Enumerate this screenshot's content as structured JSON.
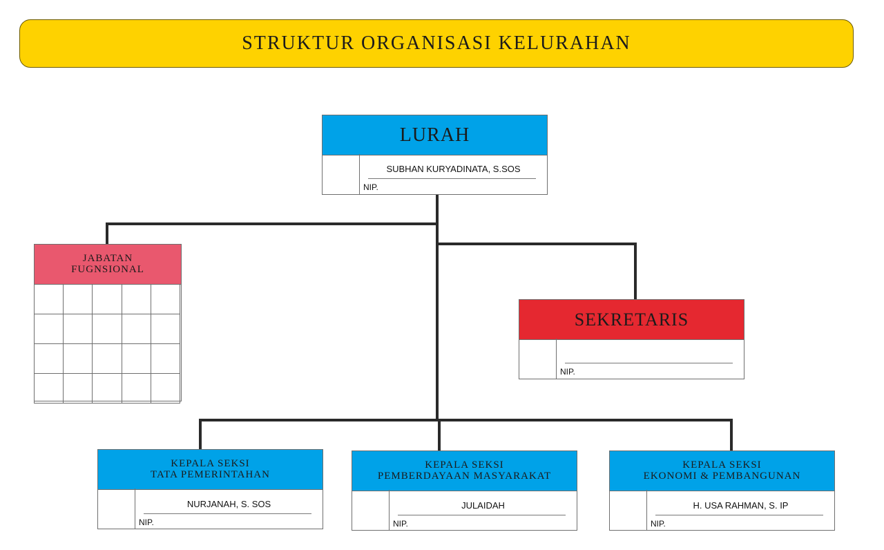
{
  "title": "STRUKTUR ORGANISASI KELURAHAN",
  "lurah": {
    "title": "LURAH",
    "name": "SUBHAN KURYADINATA, S.SOS",
    "nip": "NIP."
  },
  "jabatan": {
    "title_line1": "JABATAN",
    "title_line2": "FUGNSIONAL"
  },
  "sekretaris": {
    "title": "SEKRETARIS",
    "name": "",
    "nip": "NIP."
  },
  "seksi": [
    {
      "title_line1": "KEPALA SEKSI",
      "title_line2": "TATA PEMERINTAHAN",
      "name": "NURJANAH, S. SOS",
      "nip": "NIP."
    },
    {
      "title_line1": "KEPALA SEKSI",
      "title_line2": "PEMBERDAYAAN MASYARAKAT",
      "name": "JULAIDAH",
      "nip": "NIP."
    },
    {
      "title_line1": "KEPALA SEKSI",
      "title_line2": "EKONOMI & PEMBANGUNAN",
      "name": "H. USA RAHMAN, S. IP",
      "nip": "NIP."
    }
  ],
  "colors": {
    "banner": "#FED200",
    "blue": "#00A2E8",
    "red": "#E52830",
    "pink": "#E9586E",
    "line": "#2a2a2a"
  }
}
